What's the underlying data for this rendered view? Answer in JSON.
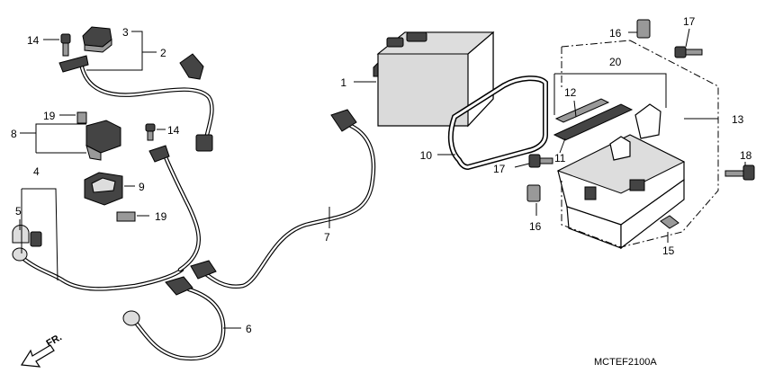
{
  "diagram": {
    "drawing_code": "MCTEF2100A",
    "front_marker": "FR.",
    "callouts": {
      "c1": "1",
      "c2": "2",
      "c3": "3",
      "c4": "4",
      "c5": "5",
      "c6": "6",
      "c7": "7",
      "c8": "8",
      "c9": "9",
      "c10": "10",
      "c11": "11",
      "c12": "12",
      "c13": "13",
      "c14a": "14",
      "c14b": "14",
      "c15": "15",
      "c16a": "16",
      "c16b": "16",
      "c17a": "17",
      "c17b": "17",
      "c18": "18",
      "c19a": "19",
      "c19b": "19",
      "c20": "20"
    }
  }
}
